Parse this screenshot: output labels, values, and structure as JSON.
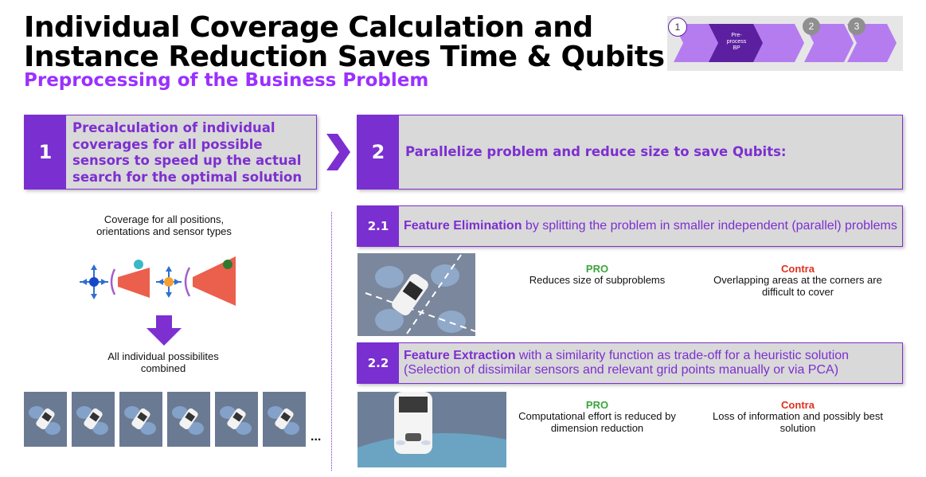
{
  "title": {
    "line1": "Individual Coverage Calculation and",
    "line2": "Instance Reduction Saves Time & Qubits"
  },
  "subtitle": "Preprocessing of the Business Problem",
  "stepper": {
    "steps": [
      {
        "num": "1",
        "label": "Pre-process BP",
        "active": true
      },
      {
        "num": "2",
        "label": "",
        "active": false
      },
      {
        "num": "3",
        "label": "",
        "active": false
      }
    ],
    "colors": {
      "active": "#5b1fa0",
      "inactive": "#b57cf0",
      "circle_inactive": "#8f8f8f"
    }
  },
  "step1": {
    "num": "1",
    "text": "Precalculation of individual coverages for all possible sensors to speed up the actual search for the optimal solution"
  },
  "step2": {
    "num": "2",
    "text": "Parallelize problem and reduce size to save Qubits:"
  },
  "left": {
    "caption_top": "Coverage for all positions, orientations and sensor types",
    "caption_bottom": "All individual possibilites combined",
    "ellipsis": "..."
  },
  "sub21": {
    "num": "2.1",
    "strong": "Feature Elimination",
    "rest": " by splitting the problem in smaller independent (parallel) problems",
    "pro_label": "PRO",
    "pro_text": "Reduces size of subproblems",
    "contra_label": "Contra",
    "contra_text": "Overlapping areas at the corners are difficult to cover"
  },
  "sub22": {
    "num": "2.2",
    "strong": "Feature Extraction",
    "rest": " with a similarity function as trade-off for a heuristic solution",
    "line2": "(Selection of dissimilar sensors and relevant grid points manually or via PCA)",
    "pro_label": "PRO",
    "pro_text": "Computational effort is reduced by dimension reduction",
    "contra_label": "Contra",
    "contra_text": "Loss of information and possibly best solution"
  },
  "colors": {
    "accent": "#7d2fd0",
    "subtitle": "#9b30ff",
    "pro": "#3aa53a",
    "contra": "#e0301e"
  }
}
